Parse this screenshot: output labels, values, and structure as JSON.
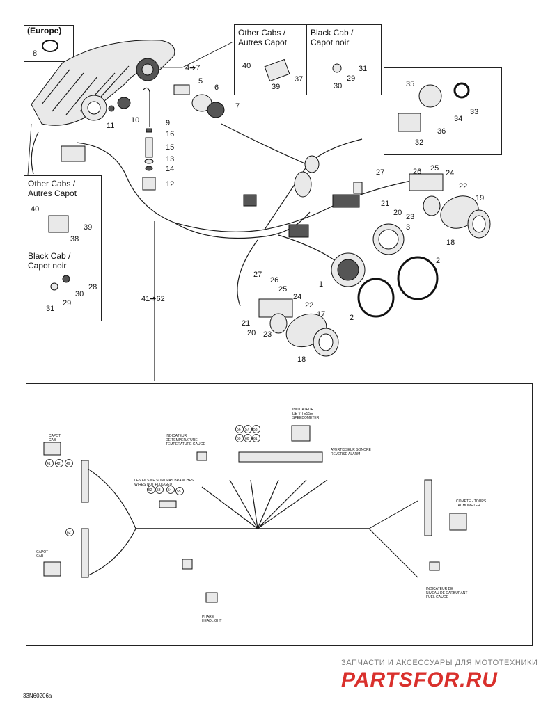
{
  "boxes": {
    "europe": {
      "title": "(Europe)",
      "num": "8"
    },
    "other_cabs_top": {
      "line1": "Other Cabs /",
      "line2": "Autres Capot"
    },
    "black_cab_top": {
      "line1": "Black Cab /",
      "line2": "Capot noir"
    },
    "other_cabs_left": {
      "line1": "Other Cabs /",
      "line2": "Autres Capot"
    },
    "black_cab_left": {
      "line1": "Black Cab /",
      "line2": "Capot noir"
    }
  },
  "callouts": {
    "c4_7": "4➔7",
    "c41_62": "41➔62",
    "n1": "1",
    "n2a": "2",
    "n2b": "2",
    "n3": "3",
    "n5": "5",
    "n6": "6",
    "n7": "7",
    "n9": "9",
    "n10": "10",
    "n11": "11",
    "n12": "12",
    "n13": "13",
    "n14": "14",
    "n15": "15",
    "n16": "16",
    "n17": "17",
    "n18a": "18",
    "n18b": "18",
    "n19": "19",
    "n20a": "20",
    "n20b": "20",
    "n21a": "21",
    "n21b": "21",
    "n22a": "22",
    "n22b": "22",
    "n23a": "23",
    "n23b": "23",
    "n24a": "24",
    "n24b": "24",
    "n25a": "25",
    "n25b": "25",
    "n26a": "26",
    "n26b": "26",
    "n27a": "27",
    "n27b": "27",
    "n28": "28",
    "n29a": "29",
    "n29b": "29",
    "n30a": "30",
    "n30b": "30",
    "n31a": "31",
    "n31b": "31",
    "n32": "32",
    "n33": "33",
    "n34": "34",
    "n35": "35",
    "n36": "36",
    "n37": "37",
    "n38": "38",
    "n39a": "39",
    "n39b": "39",
    "n40a": "40",
    "n40b": "40"
  },
  "schematic": {
    "capot_cab_top": "CAPOT\nCAB",
    "capot_cab_bottom": "CAPOT\nCAB",
    "indicateur_vitesse": "INDICATEUR\nDE VITESSE\nSPEEDOMETER",
    "indicateur_temperature": "INDICATEUR\nDE TEMPERATURE\nTEMPERATURE GAUGE",
    "avertisseur": "AVERTISSEUR SONORE\nREVERSE ALARM",
    "compte_tours": "COMPTE - TOURS\nTACHOMETER",
    "niveau_carburant": "INDICATEUR DE\nNIVEAU DE CARBURANT\nFUEL GAUGE",
    "phare": "PHARE\nHEADLIGHT",
    "note_fils": "LES FILS NE SONT PAS BRANCHES\nWIRES NOT PLUGGED",
    "ref_codes": [
      "56",
      "57",
      "58",
      "59",
      "60",
      "61",
      "41",
      "42",
      "49",
      "52",
      "53",
      "54",
      "62",
      "55"
    ]
  },
  "footer": {
    "watermark_line1": "ЗАПЧАСТИ И АКСЕССУАРЫ ДЛЯ МОТОТЕХНИКИ",
    "watermark_line2": "PARTSFOR.RU",
    "drawing_ref": "33N60206a"
  }
}
